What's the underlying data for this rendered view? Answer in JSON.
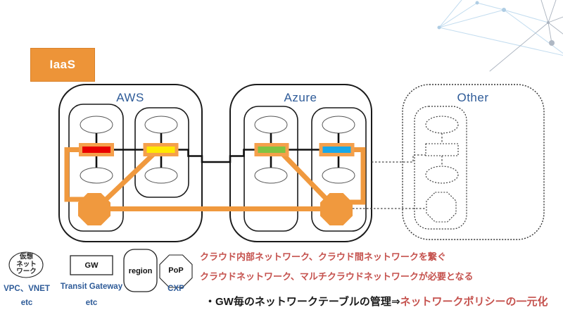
{
  "iaas_label": "IaaS",
  "clouds": {
    "aws": {
      "label": "AWS"
    },
    "azure": {
      "label": "Azure"
    },
    "other": {
      "label": "Other"
    }
  },
  "legend": {
    "virtual_network": {
      "line1": "仮想",
      "line2": "ネット",
      "line3": "ワーク",
      "caption": "VPC、VNET",
      "caption_sub": "etc"
    },
    "gateway": {
      "shape_label": "GW",
      "caption": "Transit Gateway",
      "caption_sub": "etc"
    },
    "region": {
      "shape_label": "region"
    },
    "pop": {
      "shape_label": "PoP",
      "caption": "CXP"
    }
  },
  "annotations": {
    "red_line1": "クラウド内部ネットワーク、クラウド間ネットワークを繋ぐ",
    "red_line2": "クラウドネットワーク、マルチクラウドネットワークが必要となる",
    "bullet_black": "・GW毎のネットワークテーブルの管理",
    "bullet_arrow": "⇒",
    "bullet_red": "ネットワークポリシーの一元化"
  },
  "colors": {
    "pipe_orange": "#F0993E",
    "highlight_orange": "#F5A04B",
    "iaas_orange": "#ED9438",
    "gw_red": "#E90000",
    "gw_yellow": "#FFE900",
    "gw_green": "#7FC342",
    "gw_blue": "#18A8E8",
    "label_blue": "#2E5B98",
    "annotation_red": "#C5524E"
  }
}
